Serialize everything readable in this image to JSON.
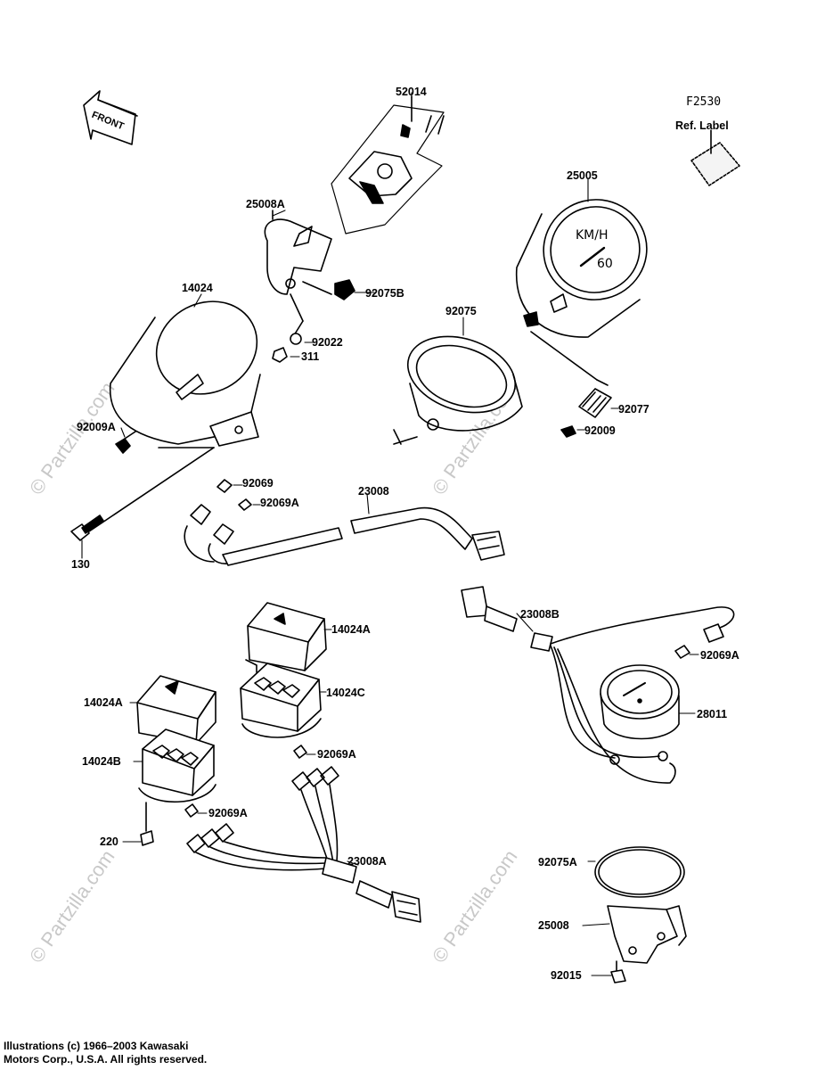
{
  "figure_id": "F2530",
  "ref_label": "Ref. Label",
  "front_label": "FRONT",
  "watermark": "© Partzilla.com",
  "labels": {
    "p52014": "52014",
    "p25008A": "25008A",
    "p25005": "25005",
    "p14024": "14024",
    "p92075B": "92075B",
    "p92075": "92075",
    "p92022": "92022",
    "p311": "311",
    "p92009A": "92009A",
    "p92077": "92077",
    "p92009": "92009",
    "p92069": "92069",
    "p92069A_top": "92069A",
    "p23008": "23008",
    "p130": "130",
    "p23008B": "23008B",
    "p14024A_top": "14024A",
    "p92069A_right": "92069A",
    "p14024A_left": "14024A",
    "p14024C": "14024C",
    "p28011": "28011",
    "p14024B": "14024B",
    "p92069A_mid": "92069A",
    "p92069A_low": "92069A",
    "p220": "220",
    "p23008A": "23008A",
    "p92075A": "92075A",
    "p25008": "25008",
    "p92015": "92015"
  },
  "credit_line1": "Illustrations (c) 1966–2003 Kawasaki",
  "credit_line2": "Motors Corp., U.S.A.  All rights reserved."
}
